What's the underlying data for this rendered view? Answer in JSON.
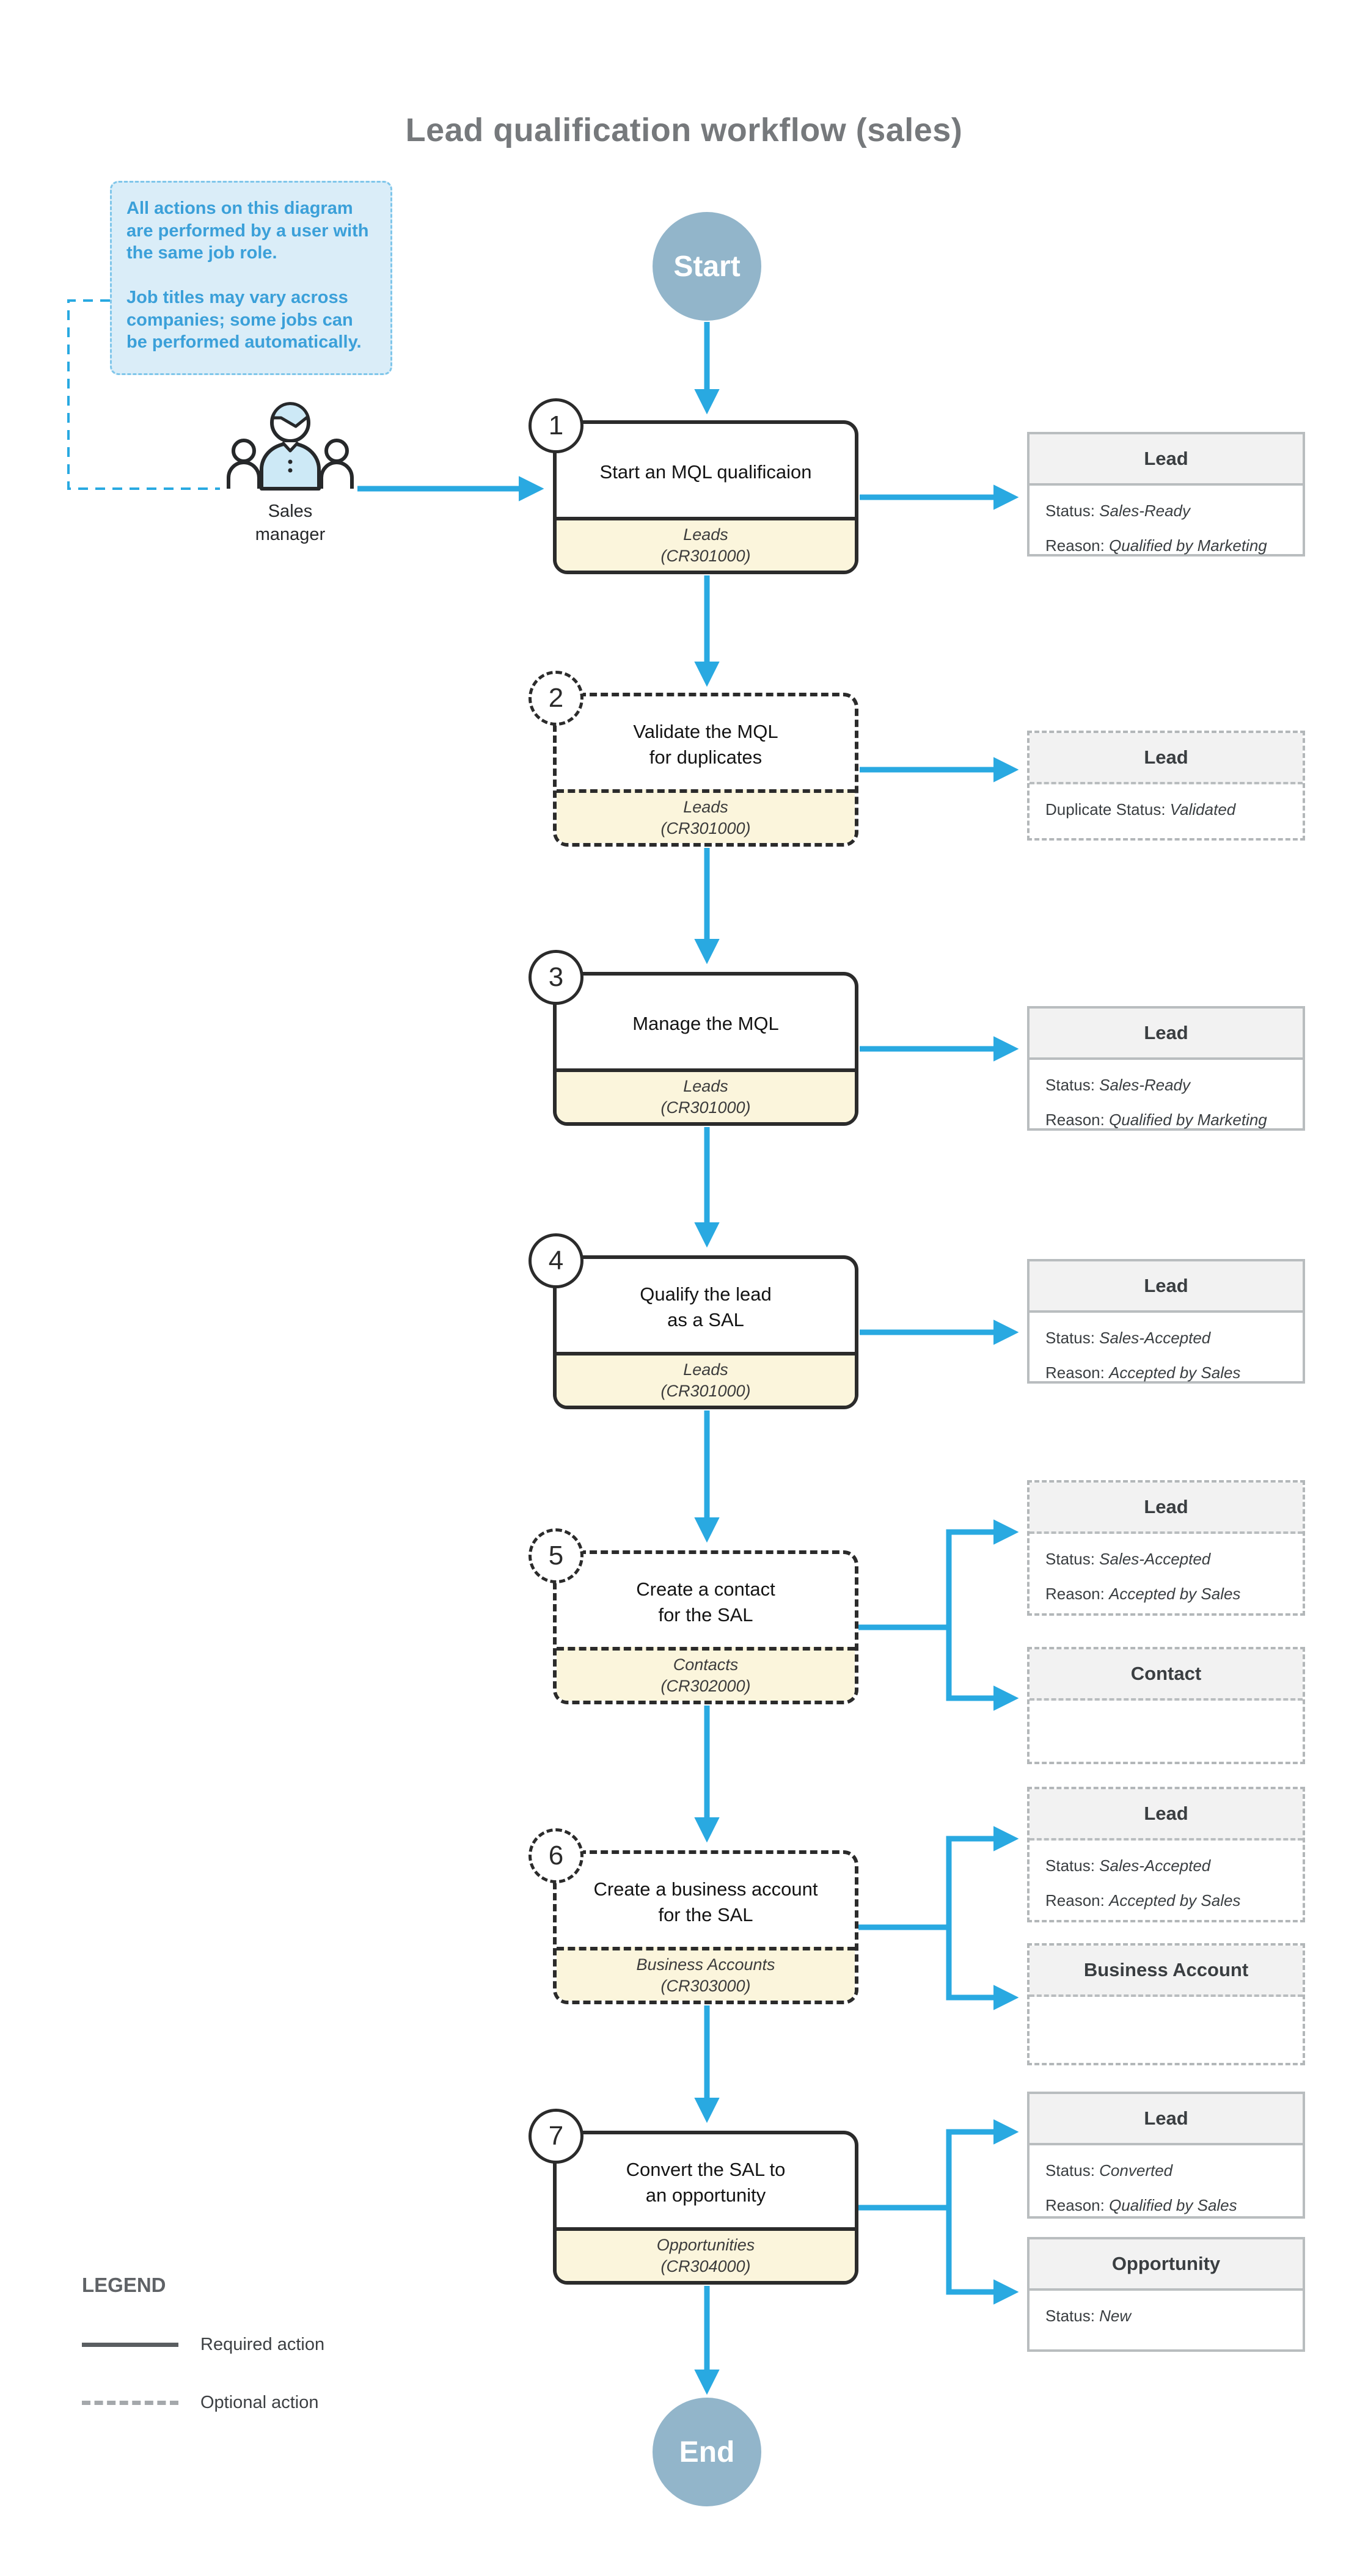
{
  "title": "Lead qualification workflow (sales)",
  "note": "All actions on this diagram\nare performed by a user with\nthe same job role.\n\nJob titles may vary across\ncompanies; some jobs can\nbe performed automatically.",
  "actor": "Sales\nmanager",
  "terminators": {
    "start": "Start",
    "end": "End"
  },
  "legend": {
    "title": "LEGEND",
    "required": "Required action",
    "optional": "Optional action"
  },
  "colors": {
    "arrow_blue": "#29a9e1",
    "terminator_fill": "#92b5ca",
    "note_fill": "#daedf8",
    "note_text": "#3ba0d9",
    "screen_strip_fill": "#fbf5dc",
    "record_header_fill": "#f2f2f2"
  },
  "steps": [
    {
      "number": "1",
      "label": "Start an MQL qualificaion",
      "screen_name": "Leads",
      "screen_code": "(CR301000)",
      "type": "required"
    },
    {
      "number": "2",
      "label": "Validate the MQL\nfor duplicates",
      "screen_name": "Leads",
      "screen_code": "(CR301000)",
      "type": "optional"
    },
    {
      "number": "3",
      "label": "Manage the MQL",
      "screen_name": "Leads",
      "screen_code": "(CR301000)",
      "type": "required"
    },
    {
      "number": "4",
      "label": "Qualify the lead\nas a SAL",
      "screen_name": "Leads",
      "screen_code": "(CR301000)",
      "type": "required"
    },
    {
      "number": "5",
      "label": "Create a contact\nfor the SAL",
      "screen_name": "Contacts",
      "screen_code": "(CR302000)",
      "type": "optional"
    },
    {
      "number": "6",
      "label": "Create a business account\nfor the SAL",
      "screen_name": "Business Accounts",
      "screen_code": "(CR303000)",
      "type": "optional"
    },
    {
      "number": "7",
      "label": "Convert the SAL to\nan opportunity",
      "screen_name": "Opportunities",
      "screen_code": "(CR304000)",
      "type": "required"
    }
  ],
  "records": {
    "r1": {
      "title": "Lead",
      "lines": [
        {
          "label": "Status: ",
          "value": "Sales-Ready"
        },
        {
          "label": "Reason: ",
          "value": "Qualified by Marketing"
        }
      ]
    },
    "r2": {
      "title": "Lead",
      "lines": [
        {
          "label": "Duplicate Status: ",
          "value": "Validated"
        }
      ]
    },
    "r3": {
      "title": "Lead",
      "lines": [
        {
          "label": "Status: ",
          "value": "Sales-Ready"
        },
        {
          "label": "Reason: ",
          "value": "Qualified by Marketing"
        }
      ]
    },
    "r4": {
      "title": "Lead",
      "lines": [
        {
          "label": "Status: ",
          "value": "Sales-Accepted"
        },
        {
          "label": "Reason: ",
          "value": "Accepted by Sales"
        }
      ]
    },
    "r5a": {
      "title": "Lead",
      "lines": [
        {
          "label": "Status: ",
          "value": "Sales-Accepted"
        },
        {
          "label": "Reason: ",
          "value": "Accepted by Sales"
        }
      ]
    },
    "r5b": {
      "title": "Contact",
      "lines": []
    },
    "r6a": {
      "title": "Lead",
      "lines": [
        {
          "label": "Status: ",
          "value": "Sales-Accepted"
        },
        {
          "label": "Reason: ",
          "value": "Accepted by Sales"
        }
      ]
    },
    "r6b": {
      "title": "Business Account",
      "lines": []
    },
    "r7a": {
      "title": "Lead",
      "lines": [
        {
          "label": "Status: ",
          "value": "Converted"
        },
        {
          "label": "Reason: ",
          "value": "Qualified by Sales"
        }
      ]
    },
    "r7b": {
      "title": "Opportunity",
      "lines": [
        {
          "label": "Status: ",
          "value": "New"
        }
      ]
    }
  }
}
